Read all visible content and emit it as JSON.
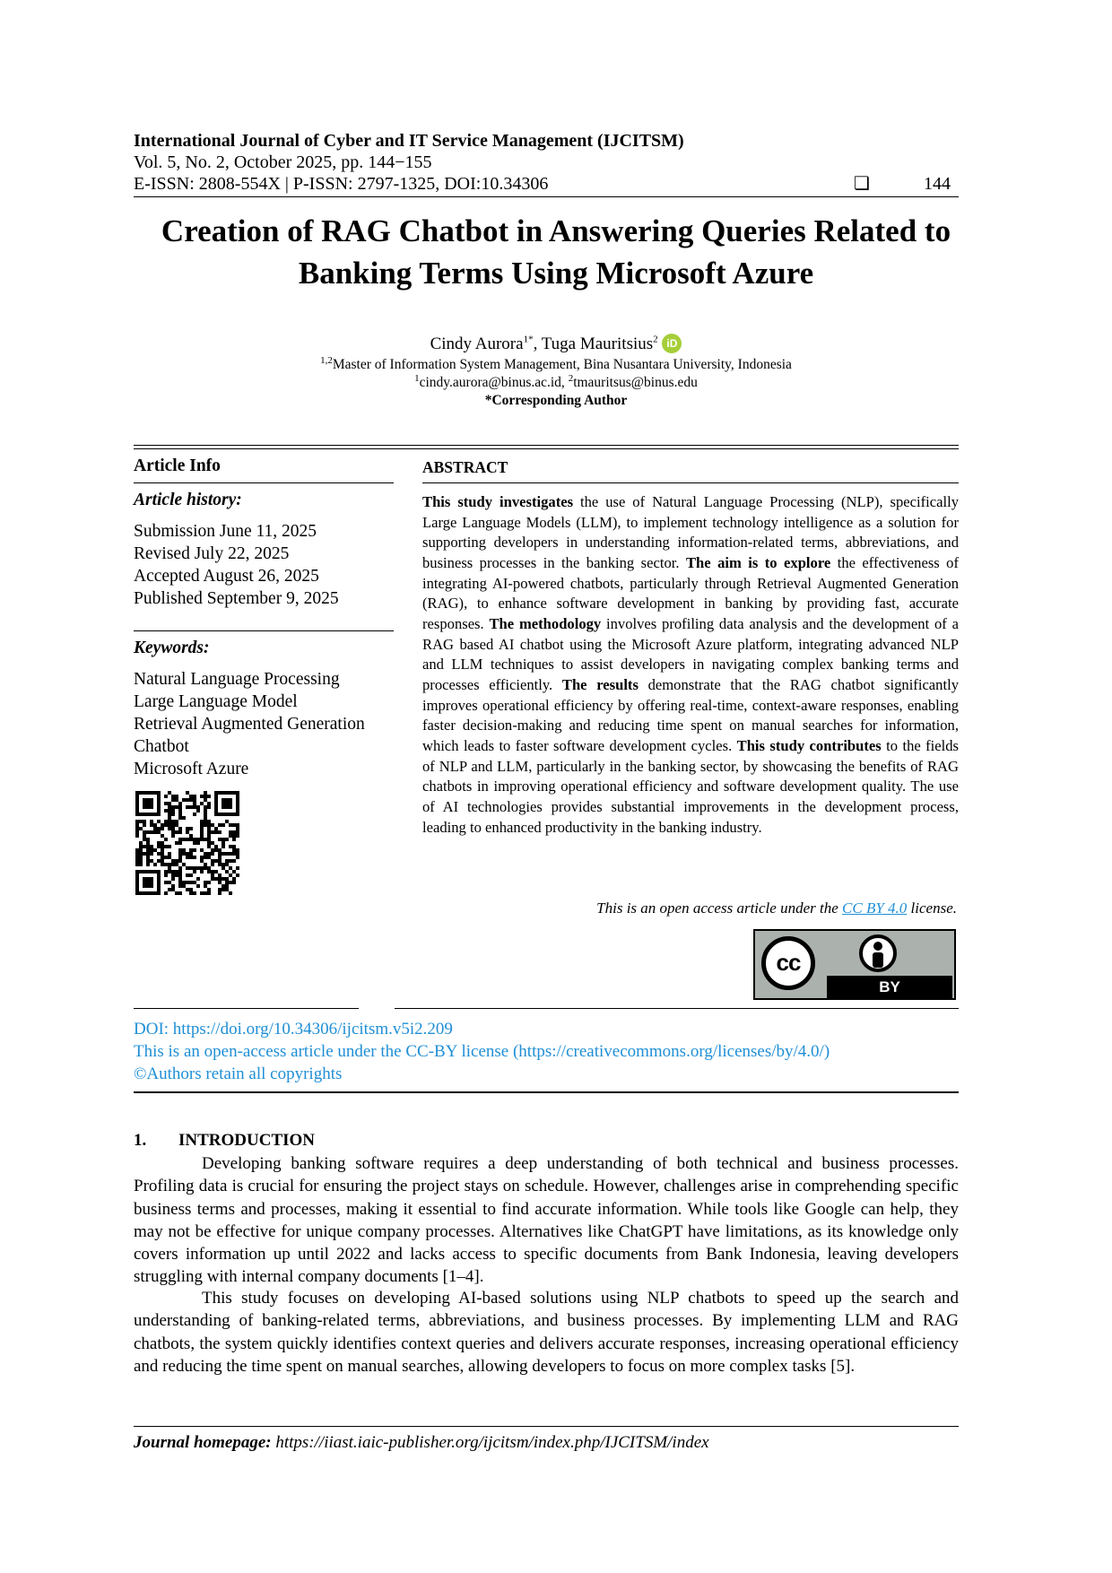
{
  "header": {
    "journal": "International Journal of Cyber and IT Service Management (IJCITSM)",
    "volume": "Vol. 5, No. 2,  October 2025, pp. 144−155",
    "issn": "E-ISSN: 2808-554X | P-ISSN: 2797-1325, DOI:10.34306",
    "box_glyph": "❏",
    "page_number": "144"
  },
  "title": "Creation of RAG Chatbot in Answering Queries Related to Banking Terms Using Microsoft Azure",
  "authors": {
    "author1": "Cindy Aurora",
    "author1_sup": "1*",
    "sep": ", ",
    "author2": "Tuga Mauritsius",
    "author2_sup": "2",
    "orcid_label": "iD",
    "affiliation_sup": "1,2",
    "affiliation": "Master of Information System Management, Bina Nusantara University, Indonesia",
    "email1_sup": "1",
    "email1": "cindy.aurora@binus.ac.id, ",
    "email2_sup": "2",
    "email2": "tmauritsus@binus.edu",
    "corresponding": "*Corresponding Author"
  },
  "article_info": {
    "heading": "Article Info",
    "history_heading": "Article history:",
    "history": [
      "Submission June 11, 2025",
      "Revised July 22, 2025",
      "Accepted August 26, 2025",
      "Published September 9, 2025"
    ],
    "keywords_heading": "Keywords:",
    "keywords": [
      "Natural Language Processing",
      "Large Language Model",
      "Retrieval Augmented Generation",
      "Chatbot",
      "Microsoft Azure"
    ]
  },
  "abstract": {
    "heading": "ABSTRACT",
    "b1": "This study investigates",
    "t1": " the use of Natural Language Processing (NLP), specifically Large Language Models (LLM), to implement technology intelligence as a solution for supporting developers in understanding information-related terms, abbreviations, and business processes in the banking sector. ",
    "b2": "The aim is to explore",
    "t2": " the effectiveness of integrating AI-powered chatbots, particularly through Retrieval Augmented Generation (RAG), to enhance software development in banking by providing fast, accurate responses. ",
    "b3": "The methodology",
    "t3": " involves profiling data analysis and the development of a RAG based AI chatbot using the Microsoft Azure platform, integrating advanced NLP and LLM techniques to assist developers in navigating complex banking terms and processes efficiently. ",
    "b4": "The results",
    "t4": " demonstrate that the RAG chatbot significantly improves operational efficiency by offering real-time, context-aware responses, enabling faster decision-making and reducing time spent on manual searches for information, which leads to faster software development cycles. ",
    "b5": "This study contributes",
    "t5": " to the fields of NLP and LLM, particularly in the banking sector, by showcasing the benefits of RAG chatbots in improving operational efficiency and software development quality. The use of AI technologies provides substantial improvements in the development process, leading to enhanced productivity in the banking industry.",
    "license_pre": "This is an open access article under the ",
    "license_link": "CC BY 4.0",
    "license_post": " license.",
    "cc_badge": "cc",
    "by_badge": "BY"
  },
  "doi_block": {
    "doi": "DOI: https://doi.org/10.34306/ijcitsm.v5i2.209",
    "license": "This is an open-access article under the CC-BY license (https://creativecommons.org/licenses/by/4.0/)",
    "copyright": "©Authors retain all copyrights"
  },
  "intro": {
    "number": "1.",
    "heading": "INTRODUCTION",
    "p1": "Developing banking software requires a deep understanding of both technical and business processes. Profiling data is crucial for ensuring the project stays on schedule. However, challenges arise in comprehending specific business terms and processes, making it essential to find accurate information. While tools like Google can help, they may not be effective for unique company processes. Alternatives like ChatGPT have limitations, as its knowledge only covers information up until 2022 and lacks access to specific documents from Bank Indonesia, leaving developers struggling with internal company documents [1–4].",
    "p2": "This study focuses on developing AI-based solutions using NLP chatbots to speed up the search and understanding of banking-related terms, abbreviations, and business processes.  By implementing LLM and RAG chatbots, the system quickly identifies context queries and delivers accurate responses, increasing operational efficiency and reducing the time spent on manual searches, allowing developers to focus on more complex tasks [5]."
  },
  "footer": {
    "label": "Journal homepage:",
    "url": " https://iiast.iaic-publisher.org/ijcitsm/index.php/IJCITSM/index"
  },
  "colors": {
    "link": "#1f8fd6",
    "orcid": "#a6ce39",
    "cc_gray": "#abb1ac"
  }
}
